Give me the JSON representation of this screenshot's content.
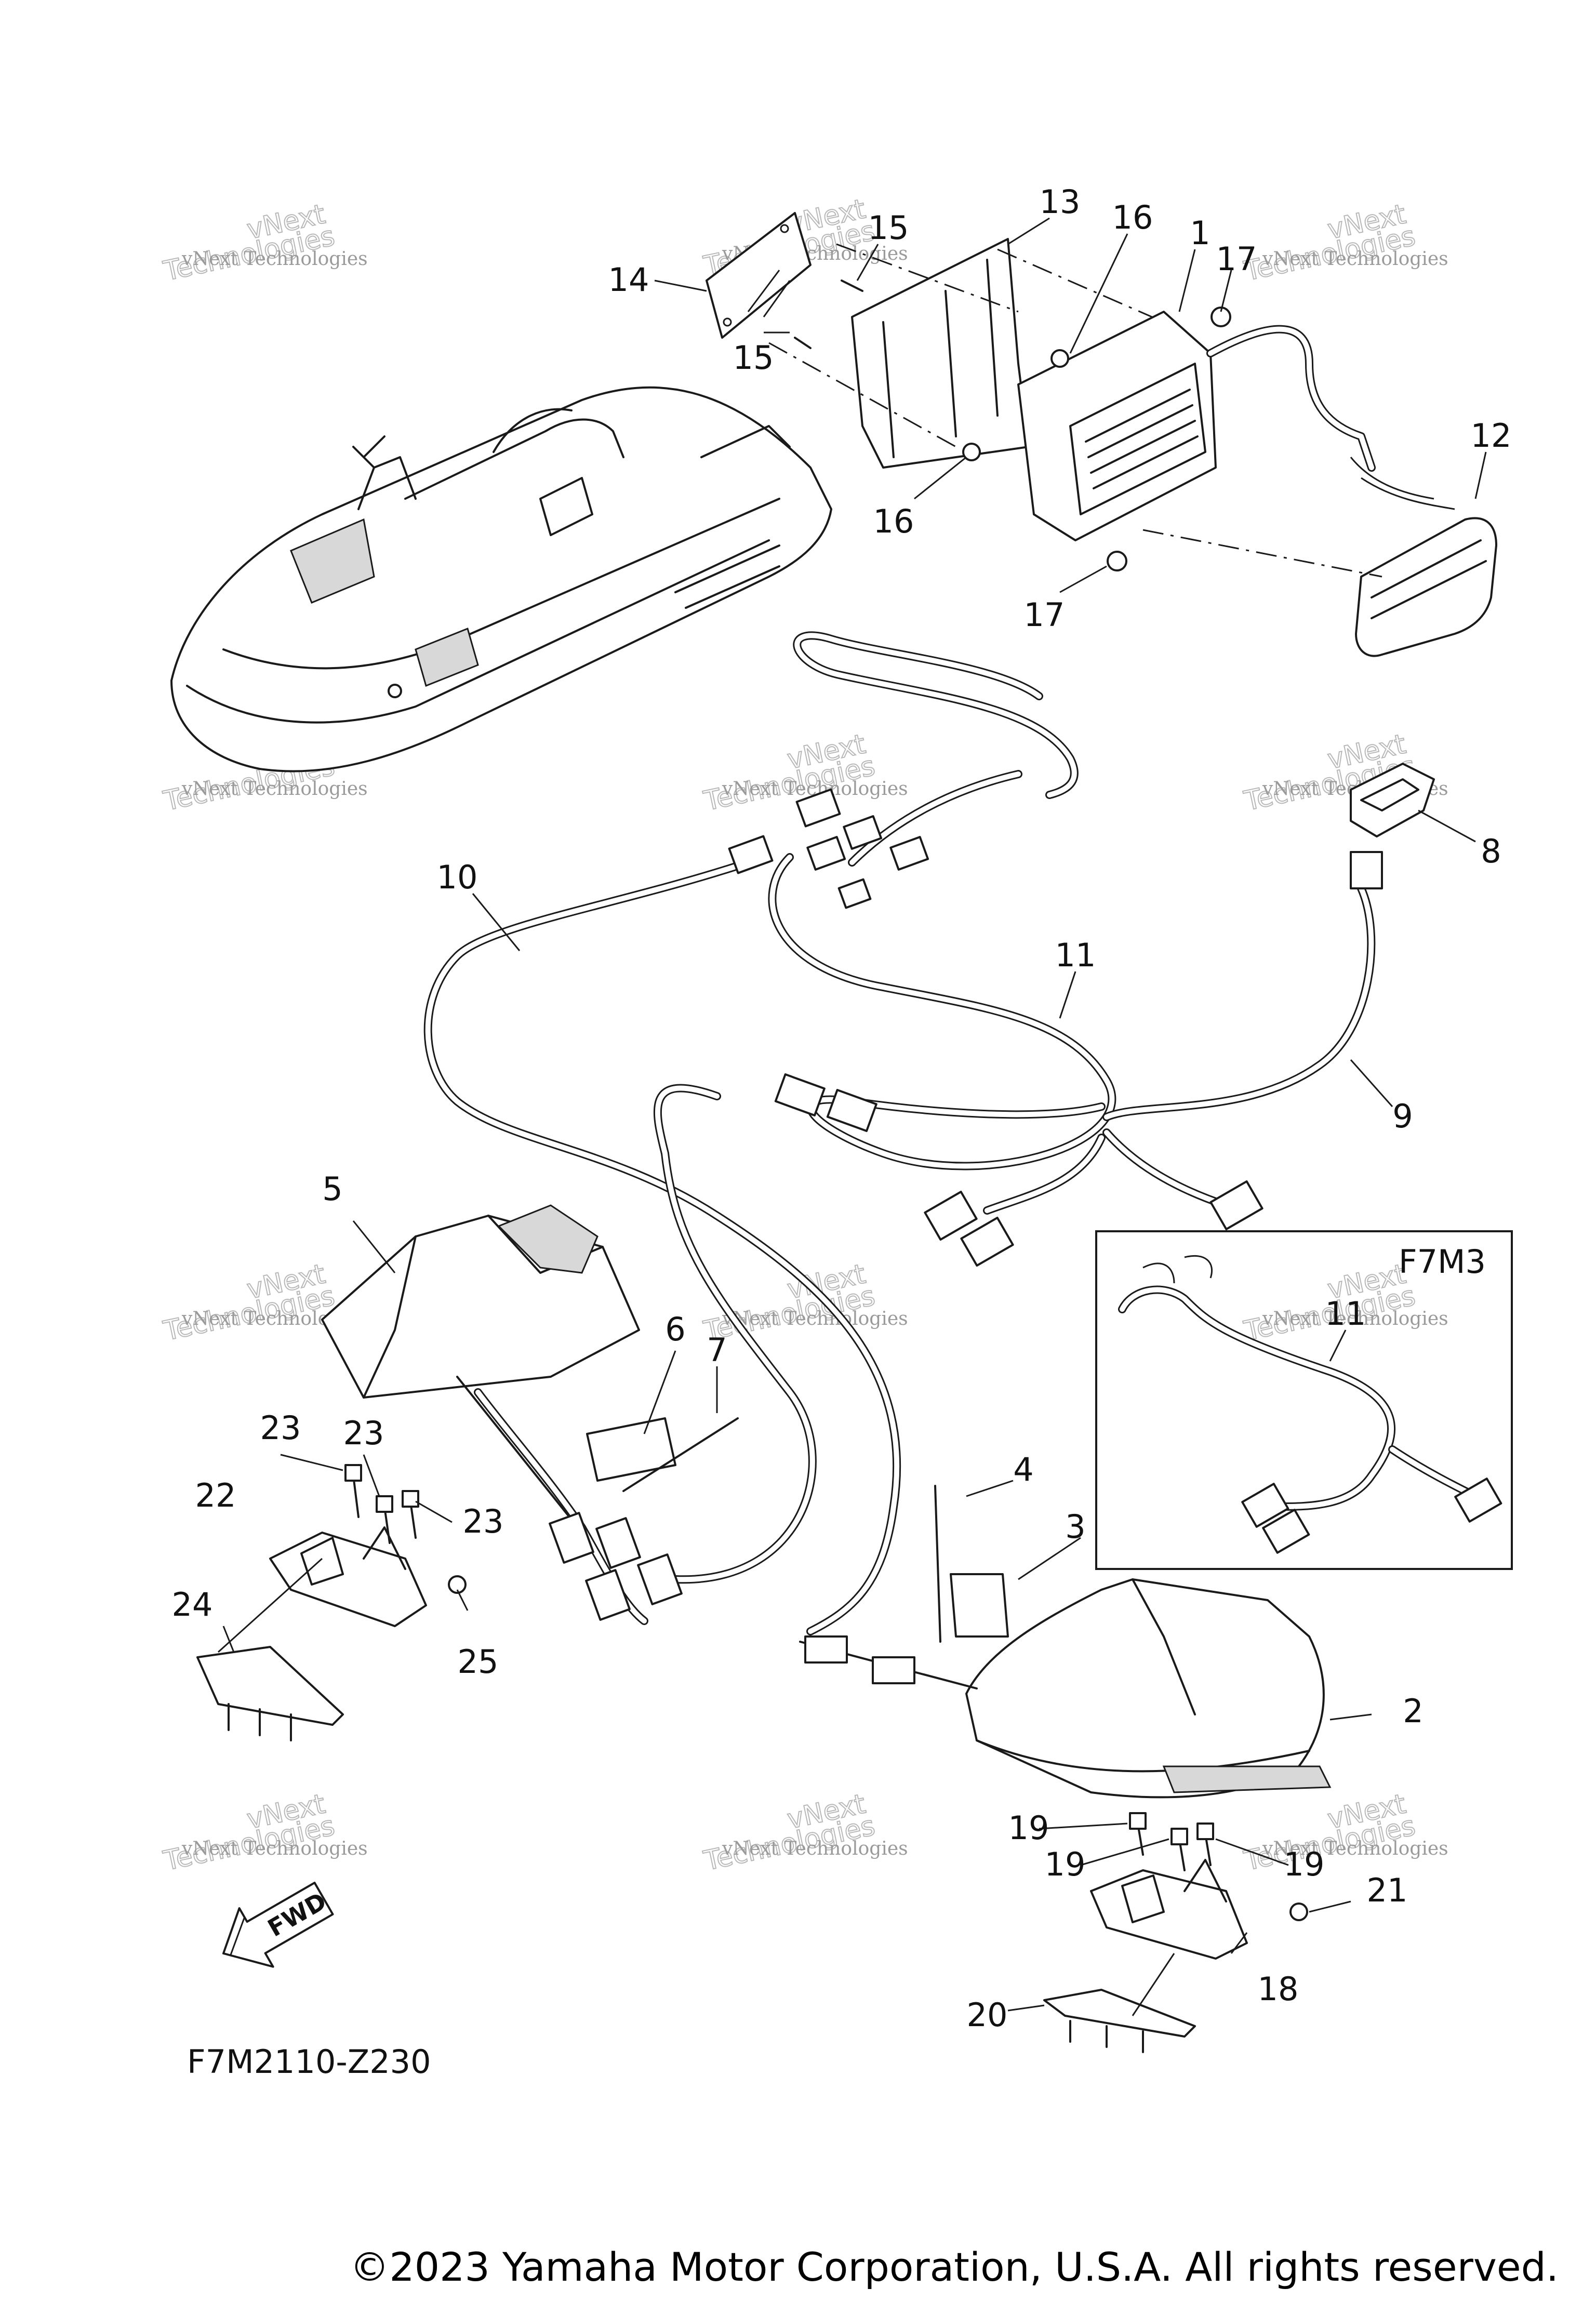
{
  "diagram": {
    "figure_code": "F7M2110-Z230",
    "copyright": "©2023 Yamaha Motor Corporation, U.S.A. All rights reserved.",
    "fwd_label": "FWD",
    "inset": {
      "label": "F7M3",
      "callout": "11"
    },
    "watermark": {
      "line1": "vNext Technologies",
      "line2": "vNext",
      "line3": "Technologies"
    },
    "callouts": {
      "c1": "1",
      "c2": "2",
      "c3": "3",
      "c4": "4",
      "c5": "5",
      "c6": "6",
      "c7": "7",
      "c8": "8",
      "c9": "9",
      "c10": "10",
      "c11": "11",
      "c12": "12",
      "c13": "13",
      "c14": "14",
      "c15a": "15",
      "c15b": "15",
      "c16a": "16",
      "c16b": "16",
      "c17a": "17",
      "c17b": "17",
      "c18": "18",
      "c19a": "19",
      "c19b": "19",
      "c19c": "19",
      "c20": "20",
      "c21": "21",
      "c22": "22",
      "c23a": "23",
      "c23b": "23",
      "c23c": "23",
      "c24": "24",
      "c25": "25"
    }
  }
}
